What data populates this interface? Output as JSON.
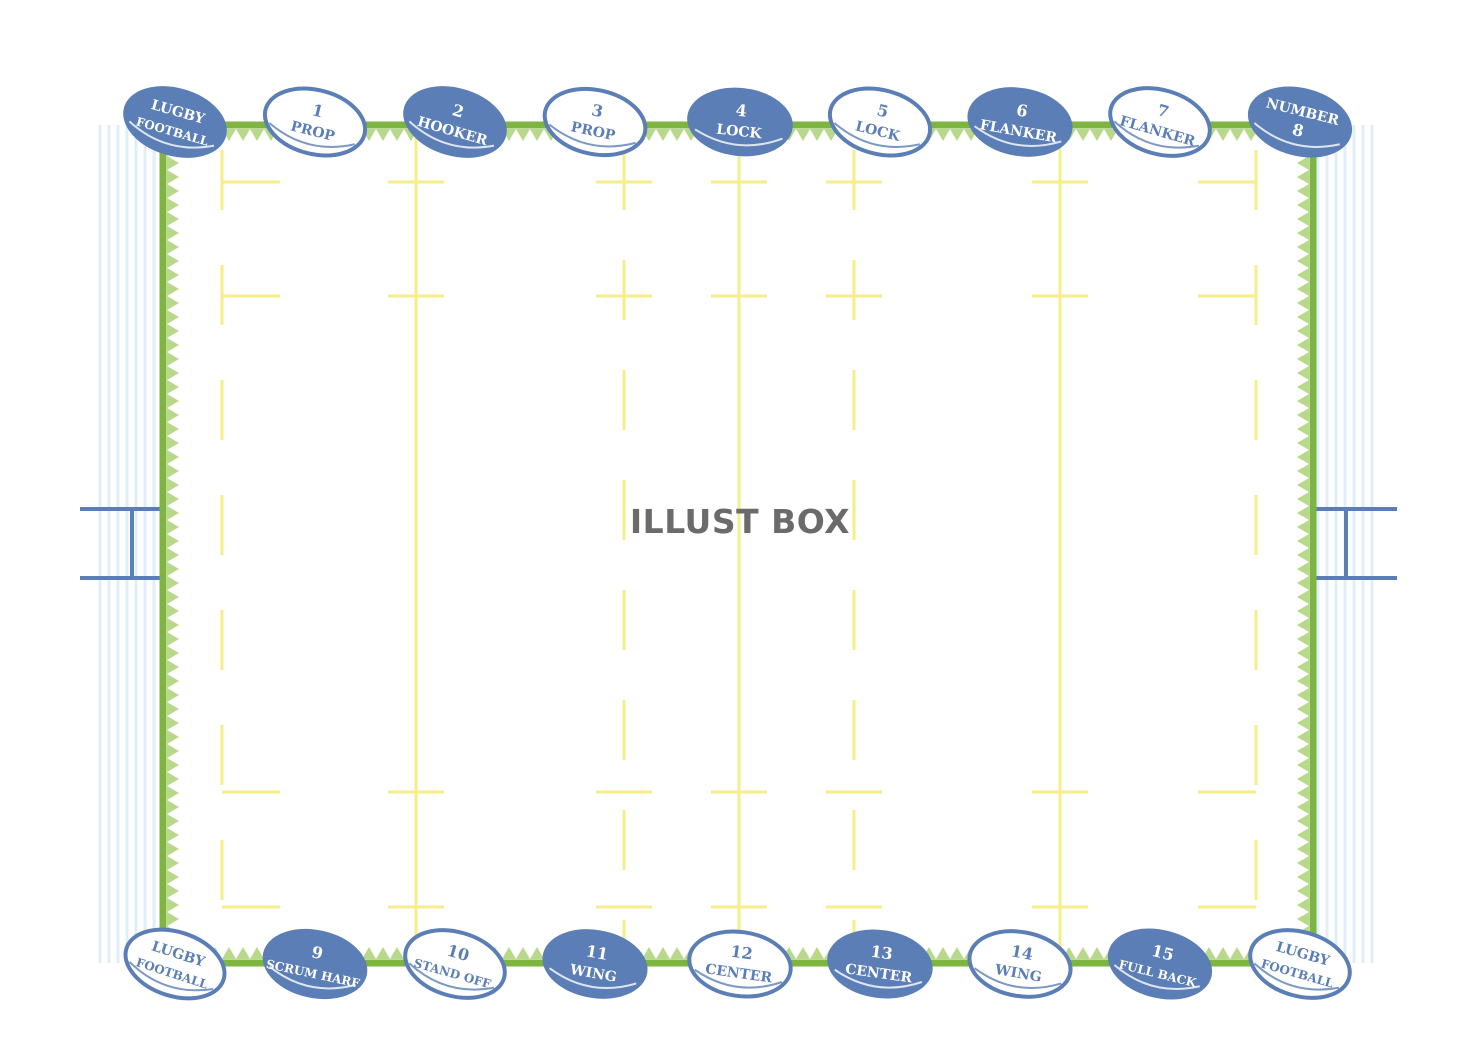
{
  "watermark": "ILLUST BOX",
  "colors": {
    "field_border": "#7db540",
    "zigzag": "#b8d98a",
    "field_lines": "#f5ee8a",
    "ball_fill": "#5b7eb6",
    "ball_text_light": "#5b7eb6",
    "stands": "#dfeef8",
    "goal_posts": "#5b7eb6"
  },
  "balls_top": [
    {
      "style": "filled",
      "lines": [
        "LUGBY",
        "FOOTBALL"
      ]
    },
    {
      "style": "outline",
      "lines": [
        "1",
        "PROP"
      ]
    },
    {
      "style": "filled",
      "lines": [
        "2",
        "HOOKER"
      ]
    },
    {
      "style": "outline",
      "lines": [
        "3",
        "PROP"
      ]
    },
    {
      "style": "filled",
      "lines": [
        "4",
        "LOCK"
      ]
    },
    {
      "style": "outline",
      "lines": [
        "5",
        "LOCK"
      ]
    },
    {
      "style": "filled",
      "lines": [
        "6",
        "FLANKER"
      ]
    },
    {
      "style": "outline",
      "lines": [
        "7",
        "FLANKER"
      ]
    },
    {
      "style": "filled",
      "lines": [
        "NUMBER",
        "8"
      ]
    }
  ],
  "balls_bottom": [
    {
      "style": "outline",
      "lines": [
        "LUGBY",
        "FOOTBALL"
      ]
    },
    {
      "style": "filled",
      "lines": [
        "9",
        "SCRUM HARF"
      ]
    },
    {
      "style": "outline",
      "lines": [
        "10",
        "STAND OFF"
      ]
    },
    {
      "style": "filled",
      "lines": [
        "11",
        "WING"
      ]
    },
    {
      "style": "outline",
      "lines": [
        "12",
        "CENTER"
      ]
    },
    {
      "style": "filled",
      "lines": [
        "13",
        "CENTER"
      ]
    },
    {
      "style": "outline",
      "lines": [
        "14",
        "WING"
      ]
    },
    {
      "style": "filled",
      "lines": [
        "15",
        "FULL BACK"
      ]
    },
    {
      "style": "outline",
      "lines": [
        "LUGBY",
        "FOOTBALL"
      ]
    }
  ]
}
